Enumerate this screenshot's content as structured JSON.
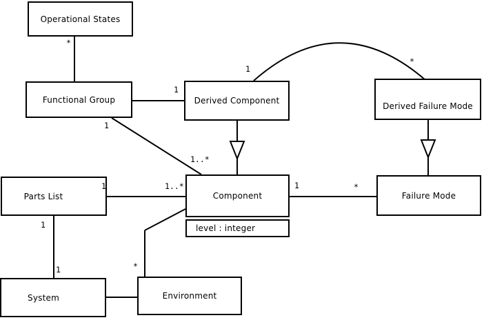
{
  "diagram": {
    "type": "uml-class-diagram",
    "colors": {
      "background": "#ffffff",
      "line": "#000000",
      "box_fill": "#ffffff",
      "text": "#000000"
    },
    "classes": [
      {
        "id": "operational-states",
        "name": "Operational States"
      },
      {
        "id": "functional-group",
        "name": "Functional Group"
      },
      {
        "id": "derived-component",
        "name": "Derived Component"
      },
      {
        "id": "derived-failure-mode",
        "name": "Derived Failure Mode"
      },
      {
        "id": "parts-list",
        "name": "Parts List"
      },
      {
        "id": "component",
        "name": "Component",
        "attributes": [
          "level : integer"
        ]
      },
      {
        "id": "failure-mode",
        "name": "Failure Mode"
      },
      {
        "id": "system",
        "name": "System"
      },
      {
        "id": "environment",
        "name": "Environment"
      }
    ],
    "edges": [
      {
        "from": "functional-group",
        "to": "operational-states",
        "type": "association",
        "target_mult": "*"
      },
      {
        "from": "functional-group",
        "to": "derived-component",
        "type": "association",
        "target_mult": "1"
      },
      {
        "from": "functional-group",
        "to": "component",
        "type": "association",
        "source_mult": "1",
        "target_mult": "1..*"
      },
      {
        "from": "derived-component",
        "to": "derived-failure-mode",
        "type": "association",
        "source_mult": "1",
        "target_mult": "*"
      },
      {
        "from": "derived-component",
        "to": "component",
        "type": "generalization"
      },
      {
        "from": "derived-failure-mode",
        "to": "failure-mode",
        "type": "generalization"
      },
      {
        "from": "parts-list",
        "to": "component",
        "type": "association",
        "source_mult": "1",
        "target_mult": "1..*"
      },
      {
        "from": "component",
        "to": "failure-mode",
        "type": "association",
        "source_mult": "1",
        "target_mult": "*"
      },
      {
        "from": "parts-list",
        "to": "system",
        "type": "association",
        "source_mult": "1",
        "target_mult": "1"
      },
      {
        "from": "system",
        "to": "environment",
        "type": "association"
      },
      {
        "from": "environment",
        "to": "component",
        "type": "association",
        "source_mult": "*"
      }
    ]
  }
}
